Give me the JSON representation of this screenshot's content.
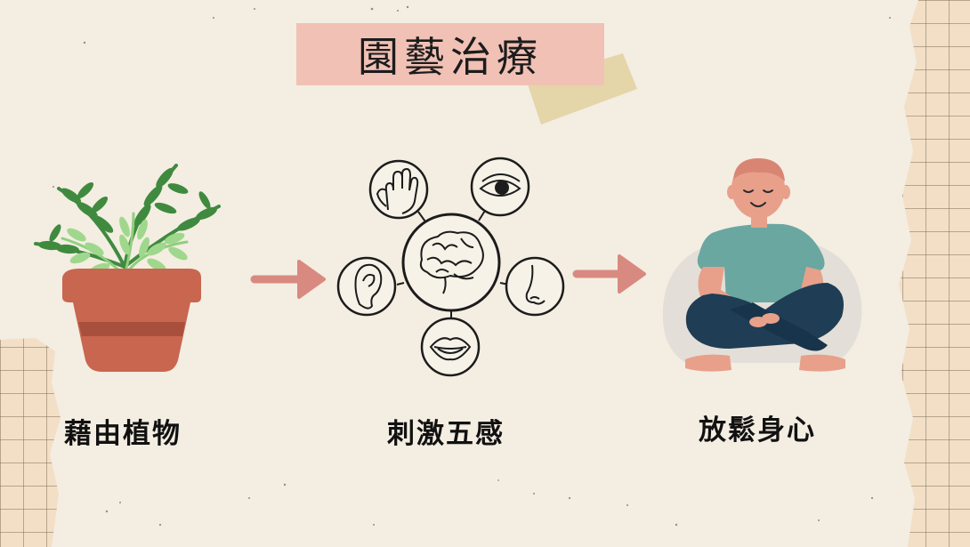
{
  "title": "園藝治療",
  "steps": [
    {
      "label": "藉由植物",
      "icon": "potted-plant-icon"
    },
    {
      "label": "刺激五感",
      "icon": "five-senses-brain-icon"
    },
    {
      "label": "放鬆身心",
      "icon": "meditating-person-icon"
    }
  ],
  "colors": {
    "background": "#f4ede2",
    "title_bg": "#f1c1b5",
    "arrow": "#d98a80",
    "tape": "#e2d3a3",
    "grid_paper": "#f0dcc2",
    "pot": "#c8664f",
    "leaf_dark": "#3f8a3f",
    "leaf_light": "#8fcf7e",
    "shirt": "#6aa7a0",
    "pants": "#1f3d54",
    "skin": "#e8a08a"
  }
}
